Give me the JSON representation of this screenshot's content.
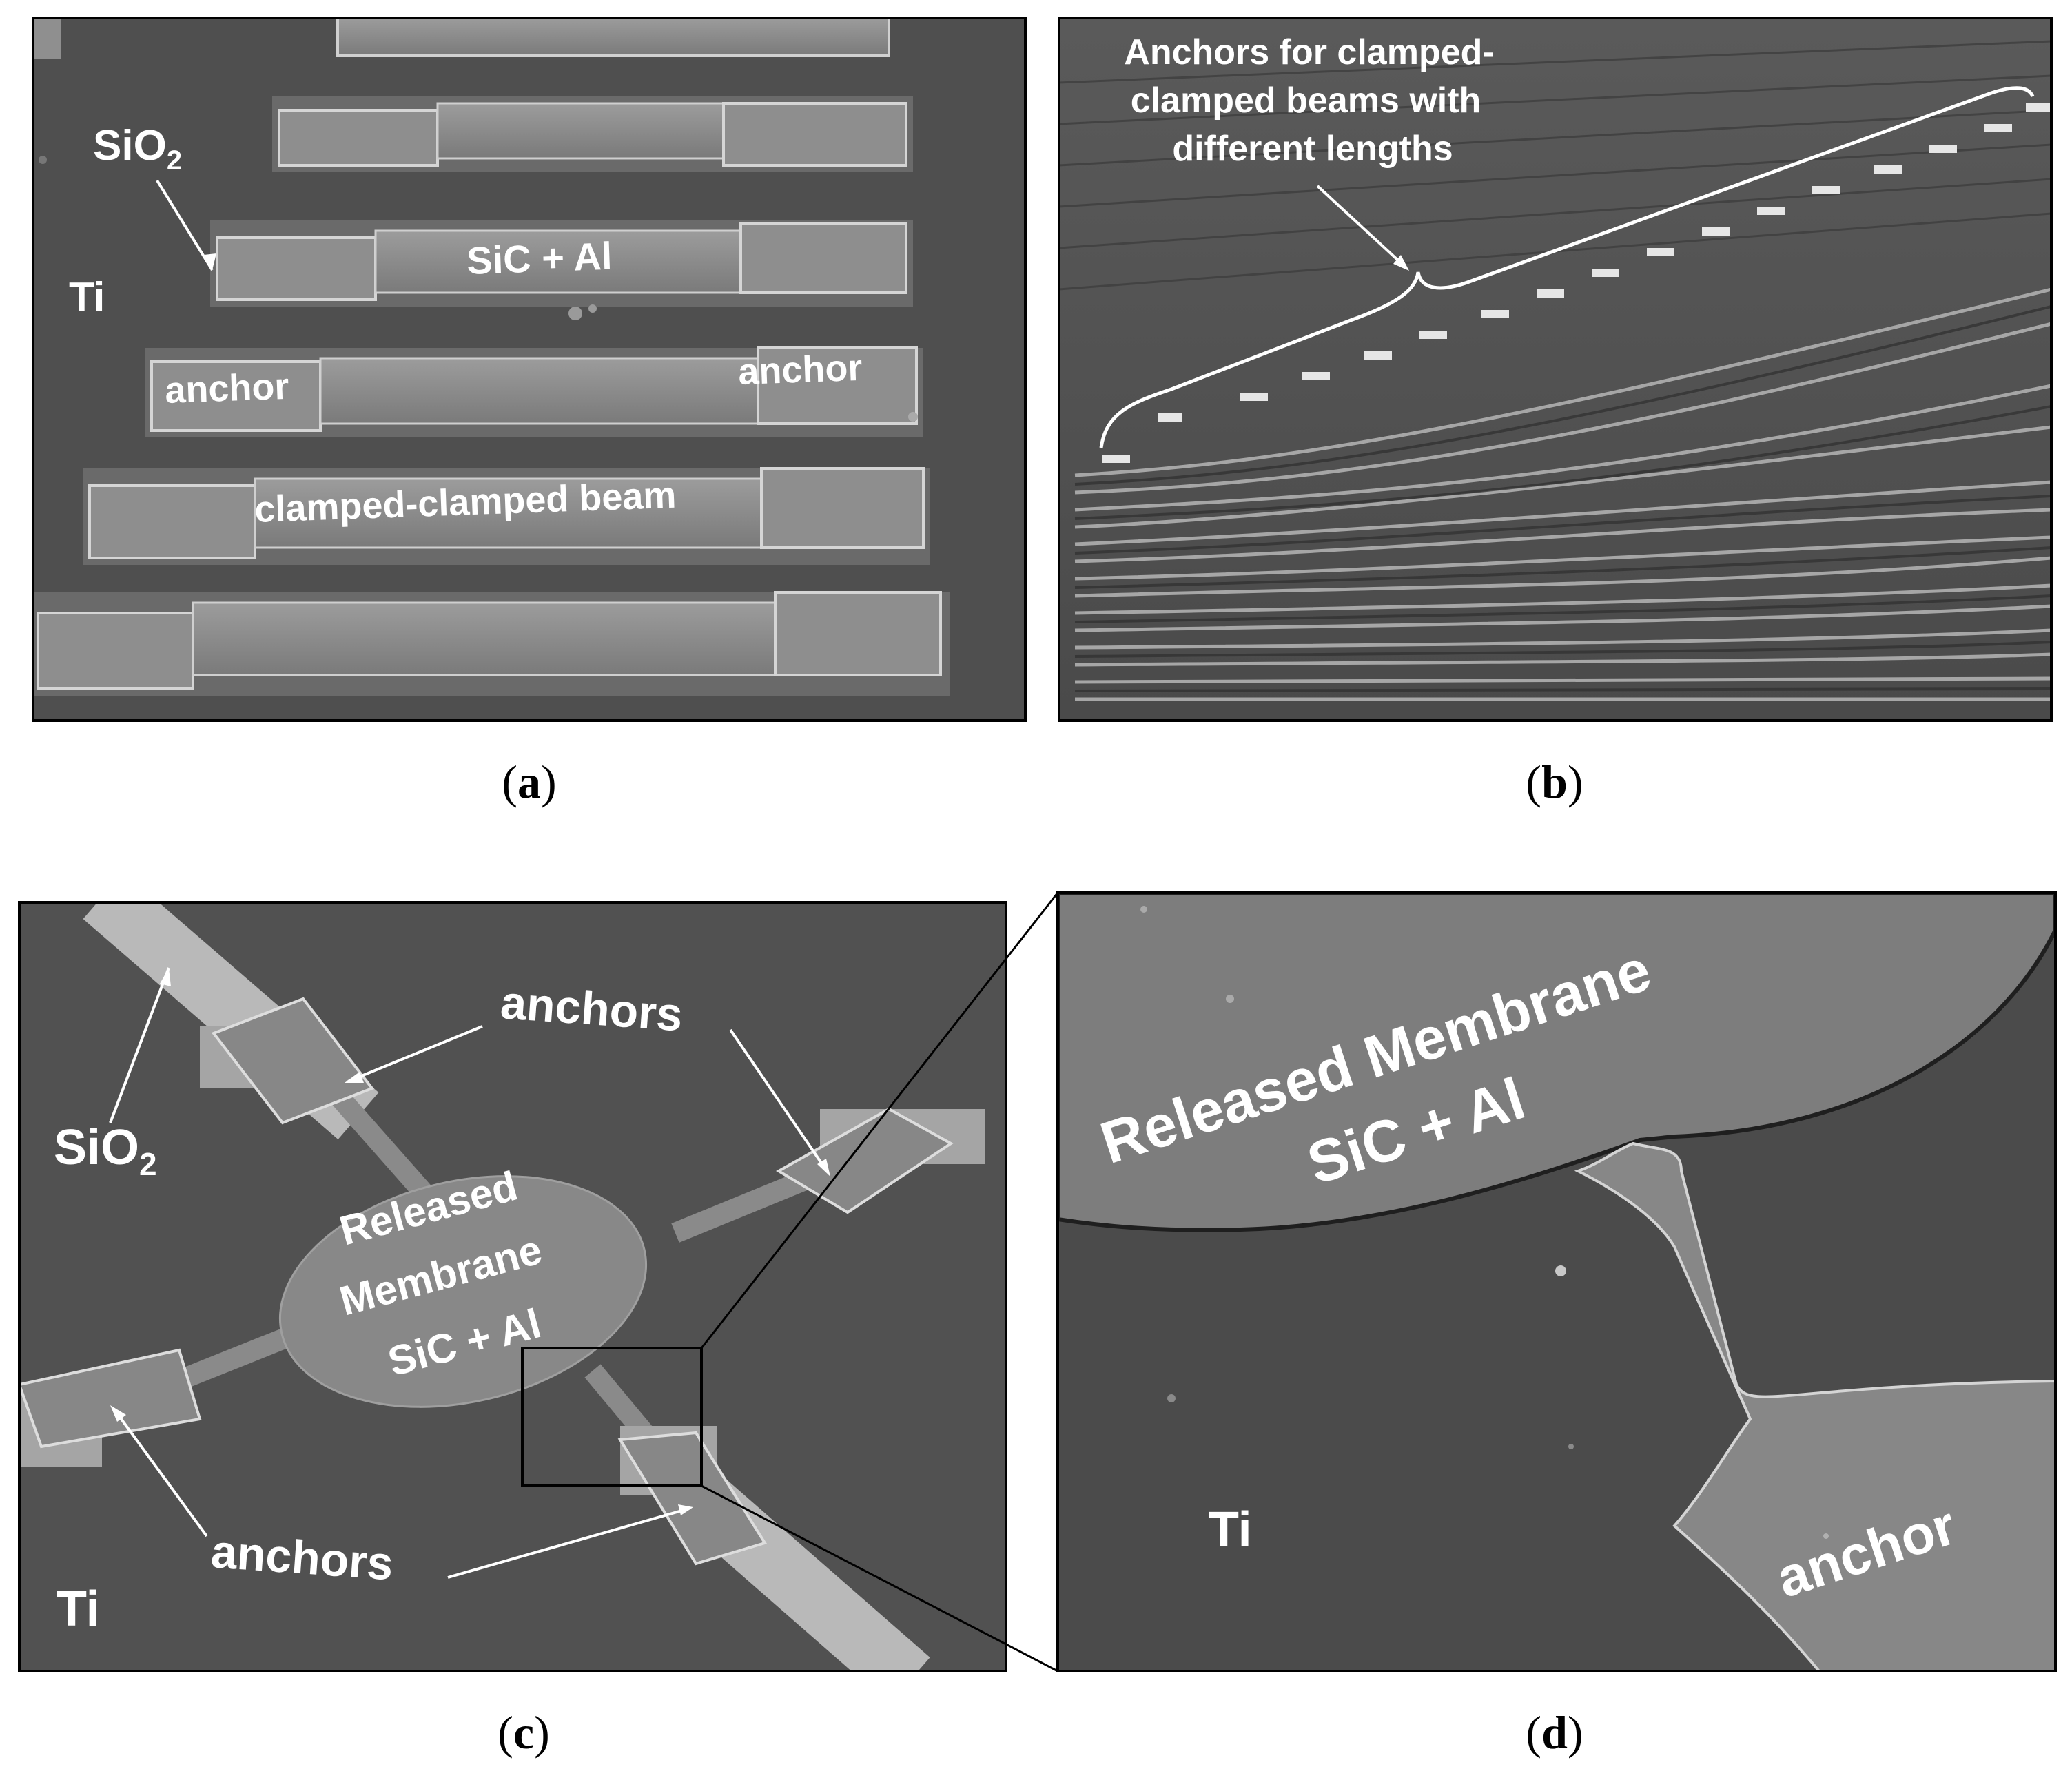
{
  "panels": {
    "a": {
      "caption_letter": "a",
      "labels": {
        "sio2": "SiO",
        "sio2_sub": "2",
        "ti": "Ti",
        "sic_al": "SiC + Al",
        "anchor_left": "anchor",
        "anchor_right": "anchor",
        "beam": "clamped-clamped beam"
      }
    },
    "b": {
      "caption_letter": "b",
      "labels": {
        "anchors_line1": "Anchors for clamped-",
        "anchors_line2": "clamped beams with",
        "anchors_line3": "different lengths"
      }
    },
    "c": {
      "caption_letter": "c",
      "labels": {
        "anchors_top": "anchors",
        "anchors_bottom": "anchors",
        "sio2": "SiO",
        "sio2_sub": "2",
        "ti": "Ti",
        "membrane_line1": "Released",
        "membrane_line2": "Membrane",
        "membrane_line3": "SiC + Al"
      }
    },
    "d": {
      "caption_letter": "d",
      "labels": {
        "membrane_line1": "Released Membrane",
        "membrane_line2": "SiC + Al",
        "ti": "Ti",
        "anchor": "anchor"
      }
    }
  },
  "colors": {
    "substrate": "#4f4f4f",
    "structure": "#8a8a8a",
    "edge_highlight": "#d8d8d8",
    "label": "#ffffff",
    "frame": "#000000"
  }
}
